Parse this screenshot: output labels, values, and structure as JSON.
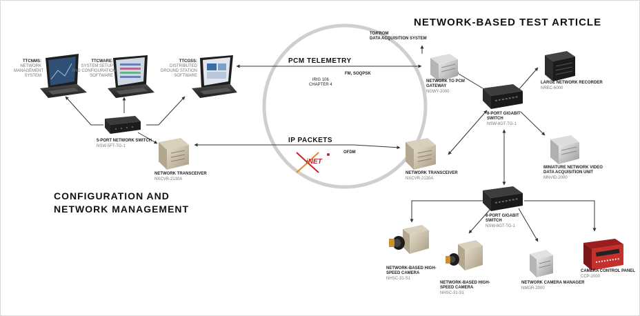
{
  "headings": {
    "test_article": "NETWORK-BASED TEST ARTICLE",
    "config_line1": "CONFIGURATION AND",
    "config_line2": "NETWORK MANAGEMENT"
  },
  "links": {
    "pcm_title": "PCM TELEMETRY",
    "irig": "IRIG 106",
    "chapter": "CHAPTER 4",
    "fm": "FM, SOQPSK",
    "ip_title": "IP PACKETS",
    "ofdm": "OFDM",
    "inet": "iNET",
    "daq": "TO/FROM",
    "daq2": "DATA ACQUISITION SYSTEM"
  },
  "devices": {
    "ttcnms": {
      "name": "TTCNMS:",
      "desc1": "NETWORK",
      "desc2": "MANAGEMENT",
      "desc3": "SYSTEM"
    },
    "ttcware": {
      "name": "TTCWARE:",
      "desc1": "SYSTEM SETUP",
      "desc2": "AND CONFIGURATION",
      "desc3": "SOFTWARE"
    },
    "ttcgss": {
      "name": "TTCGSS:",
      "desc1": "DISTRIBUTED",
      "desc2": "GROUND STATION",
      "desc3": "SOFTWARE"
    },
    "switch5": {
      "name": "5-PORT NETWORK SWITCH",
      "part": "NSW-5FT-TG-1"
    },
    "transceiver_ground": {
      "name": "NETWORK TRANSCEIVER",
      "part": "NXCVR-2130A"
    },
    "transceiver_air": {
      "name": "NETWORK TRANSCEIVER",
      "part": "nXCVR-2130A"
    },
    "pcm_gateway": {
      "name1": "NETWORK TO PCM",
      "name2": "GATEWAY",
      "part": "nGWY-2000"
    },
    "switch8_top": {
      "name1": "8-PORT GIGABIT",
      "name2": "SWITCH",
      "part": "NSW-8GT-TG-1"
    },
    "recorder": {
      "name": "LARGE NETWORK RECORDER",
      "part": "nREC-6000"
    },
    "video": {
      "name1": "MINIATURE NETWORK VIDEO",
      "name2": "DATA ACQUISITION UNIT",
      "part": "MnVID-2000"
    },
    "switch8_bottom": {
      "name1": "8-PORT GIGABIT",
      "name2": "SWITCH",
      "part": "NSW-8GT-TG-1"
    },
    "camera1": {
      "name1": "NETWORK-BASED HIGH-",
      "name2": "SPEED CAMERA",
      "part": "nHSC-31-S1"
    },
    "camera2": {
      "name1": "NETWORK-BASED HIGH-",
      "name2": "SPEED CAMERA",
      "part": "nHSC-31-S1"
    },
    "cam_manager": {
      "name": "NETWORK CAMERA MANAGER",
      "part": "nMGR-2000"
    },
    "ccp": {
      "name": "CAMERA CONTROL PANEL",
      "part": "CCP-2000"
    }
  },
  "colors": {
    "ring": "#c8c8c8",
    "line": "#333333",
    "inet_red": "#c0262d",
    "inet_orange": "#e38a1d"
  }
}
